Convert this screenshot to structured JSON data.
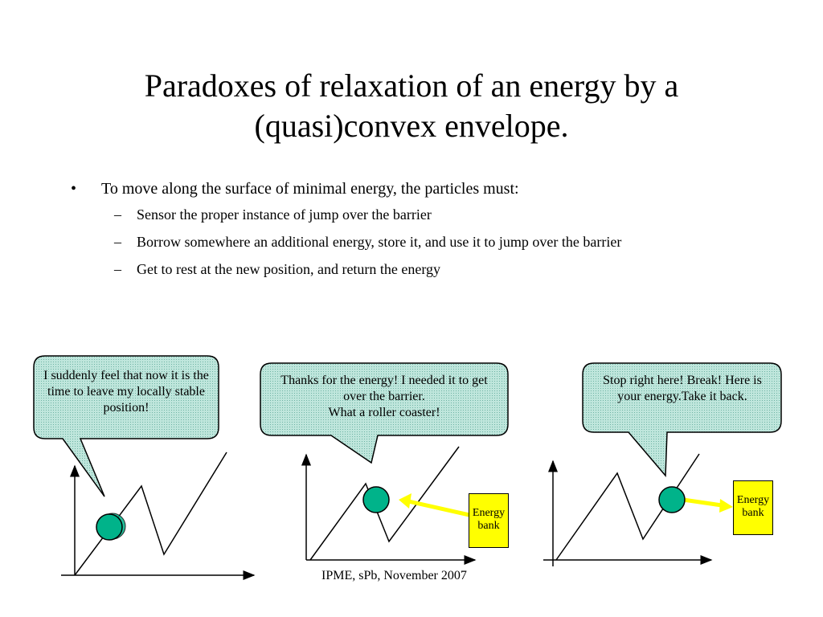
{
  "title": {
    "line1": "Paradoxes of relaxation of an energy by a",
    "line2": "(quasi)convex envelope."
  },
  "bullets": {
    "main": "To move along the surface of minimal energy, the particles must:",
    "main_marker": "•",
    "sub_marker": "–",
    "subs": [
      "Sensor the proper instance of jump over the barrier",
      "Borrow somewhere  an additional energy, store it, and use it to jump over the barrier",
      "Get to rest at the new position, and return the energy"
    ]
  },
  "panels": [
    {
      "bubble": "I suddenly feel that now it is the time to leave my locally stable position!"
    },
    {
      "bubble_lines": [
        "Thanks for the energy! I needed it to get over the barrier.",
        "What a roller coaster!"
      ],
      "bank": "Energy bank"
    },
    {
      "bubble": "Stop right here! Break! Here is your energy.Take it back.",
      "bank": "Energy bank"
    }
  ],
  "colors": {
    "bubble_fill": "#a8d8cc",
    "ball": "#00b38a",
    "arrow": "#ffff00",
    "bank": "#ffff00"
  },
  "footer": "IPME, sPb, November 2007"
}
